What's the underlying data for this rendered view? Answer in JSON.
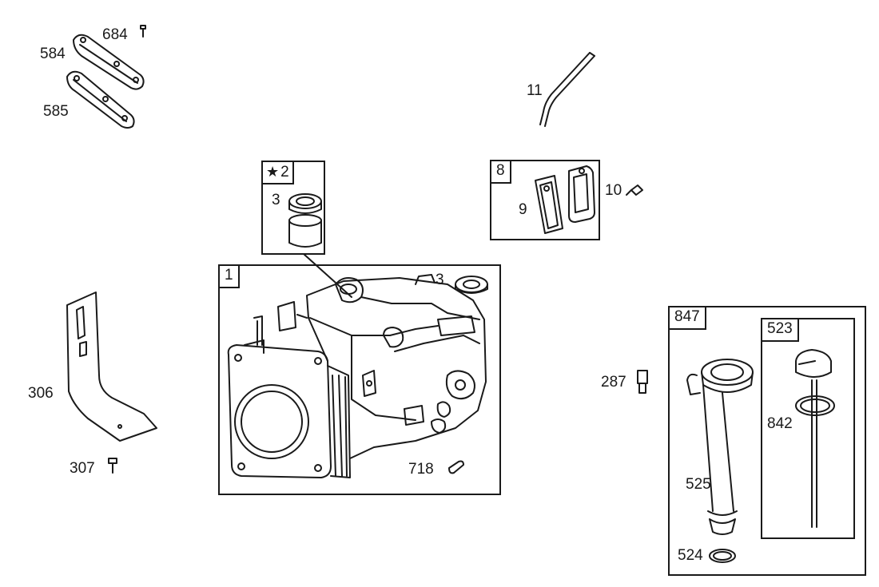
{
  "callouts": {
    "p684": "684",
    "p584": "584",
    "p585": "585",
    "p11": "11",
    "p2": "2",
    "p3_kit": "3",
    "p8": "8",
    "p9": "9",
    "p10": "10",
    "p1": "1",
    "p3_block": "3",
    "p306": "306",
    "p307": "307",
    "p718": "718",
    "p287": "287",
    "p847": "847",
    "p523": "523",
    "p842": "842",
    "p525": "525",
    "p524": "524"
  },
  "icons": {
    "kit_marker": "star-icon"
  },
  "colors": {
    "ink": "#1a1a1a",
    "paper": "#ffffff"
  }
}
